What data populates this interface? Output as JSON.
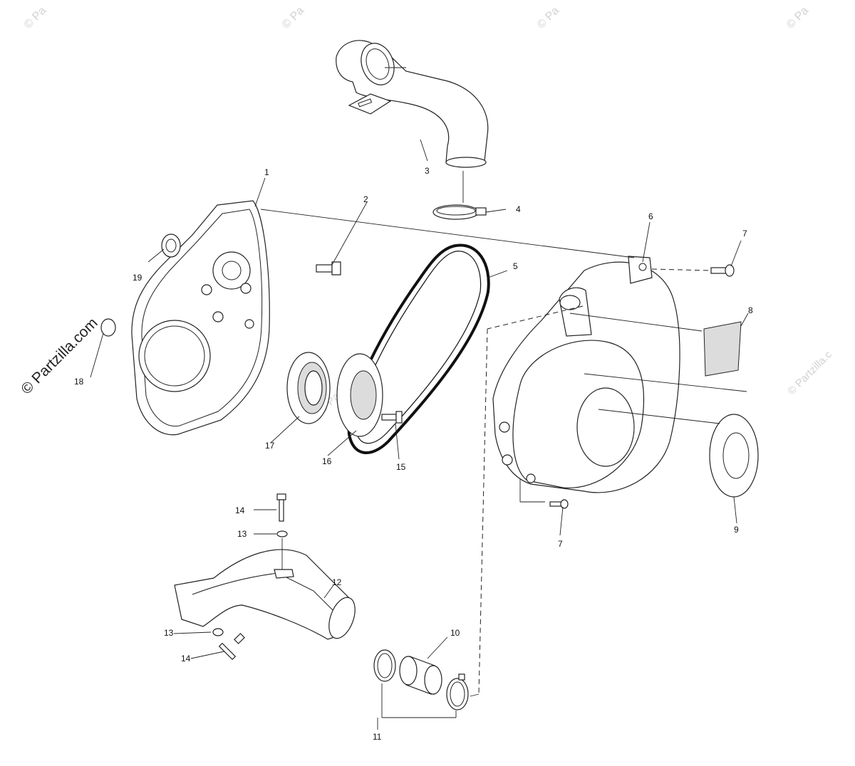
{
  "watermark": {
    "brand": "© Partzilla.com",
    "corner_marks": [
      "© Pa",
      "© Pa",
      "© Pa",
      "© Pa"
    ],
    "side_mark": "© Partzilla.c",
    "center_mark": "© Partzilla.com"
  },
  "callouts": {
    "c1": "1",
    "c2": "2",
    "c3": "3",
    "c4": "4",
    "c5": "5",
    "c6": "6",
    "c7a": "7",
    "c7b": "7",
    "c8": "8",
    "c9": "9",
    "c10": "10",
    "c11": "11",
    "c12": "12",
    "c13a": "13",
    "c13b": "13",
    "c14a": "14",
    "c14b": "14",
    "c15": "15",
    "c16": "16",
    "c17": "17",
    "c18": "18",
    "c19": "19"
  }
}
